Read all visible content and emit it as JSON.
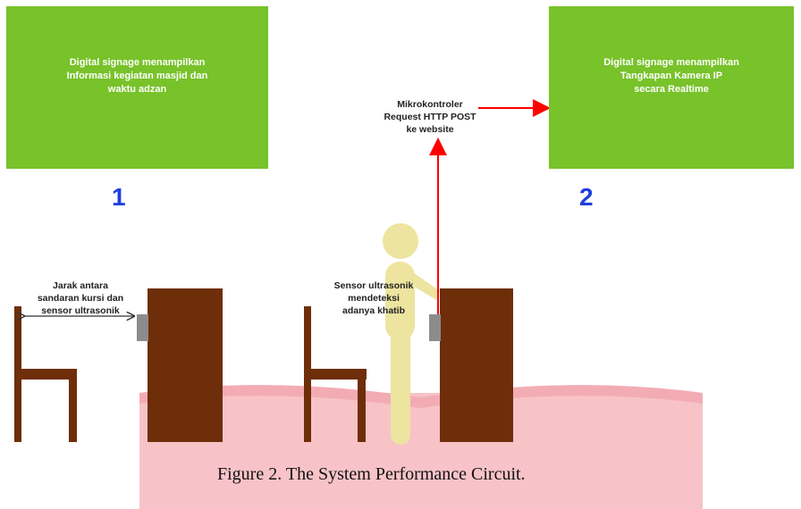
{
  "screens": {
    "left_text": "Digital signage menampilkan\nInformasi kegiatan masjid dan\nwaktu adzan",
    "right_text": "Digital signage menampilkan\nTangkapan Kamera IP\nsecara Realtime"
  },
  "numbers": {
    "one": "1",
    "two": "2"
  },
  "notes": {
    "microcontroller": "Mikrokontroler\nRequest HTTP POST\nke website",
    "distance": "Jarak antara\nsandaran kursi dan\nsensor ultrasonik",
    "sensor": "Sensor ultrasonik\nmendeteksi\nadanya khatib"
  },
  "caption": "Figure 2. The System Performance Circuit.",
  "colors": {
    "screen": "#78c22a",
    "furniture": "#6e2e0a",
    "sensor": "#8c8c8c",
    "person": "#ede4a0",
    "arrow": "#ff0000",
    "number": "#1f3ee0",
    "watermark": "#f7b7bd"
  }
}
